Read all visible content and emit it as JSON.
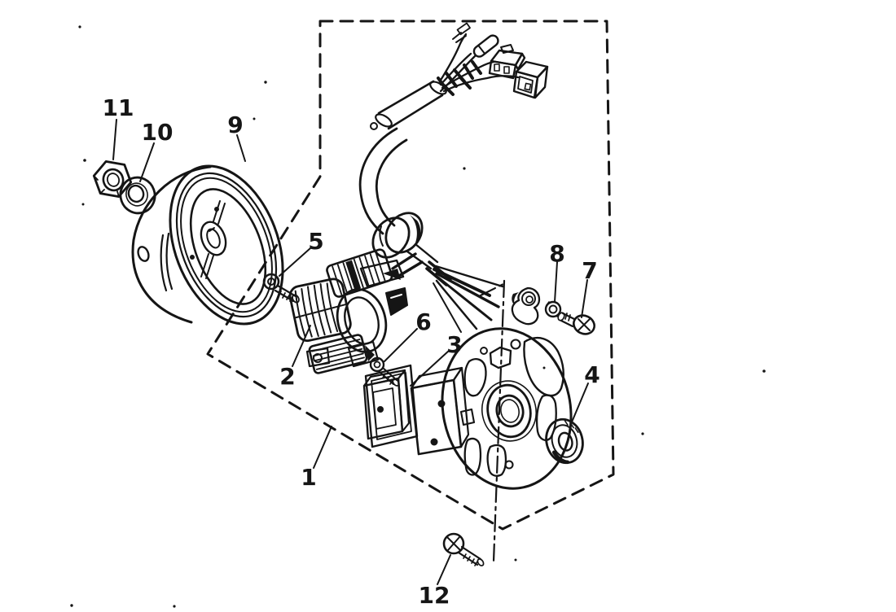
{
  "diagram": {
    "background_color": "#ffffff",
    "line_color": "#151515",
    "callouts": [
      {
        "label": "1"
      },
      {
        "label": "2"
      },
      {
        "label": "3"
      },
      {
        "label": "4"
      },
      {
        "label": "5"
      },
      {
        "label": "6"
      },
      {
        "label": "7"
      },
      {
        "label": "8"
      },
      {
        "label": "9"
      },
      {
        "label": "10"
      },
      {
        "label": "11"
      },
      {
        "label": "12"
      }
    ]
  }
}
